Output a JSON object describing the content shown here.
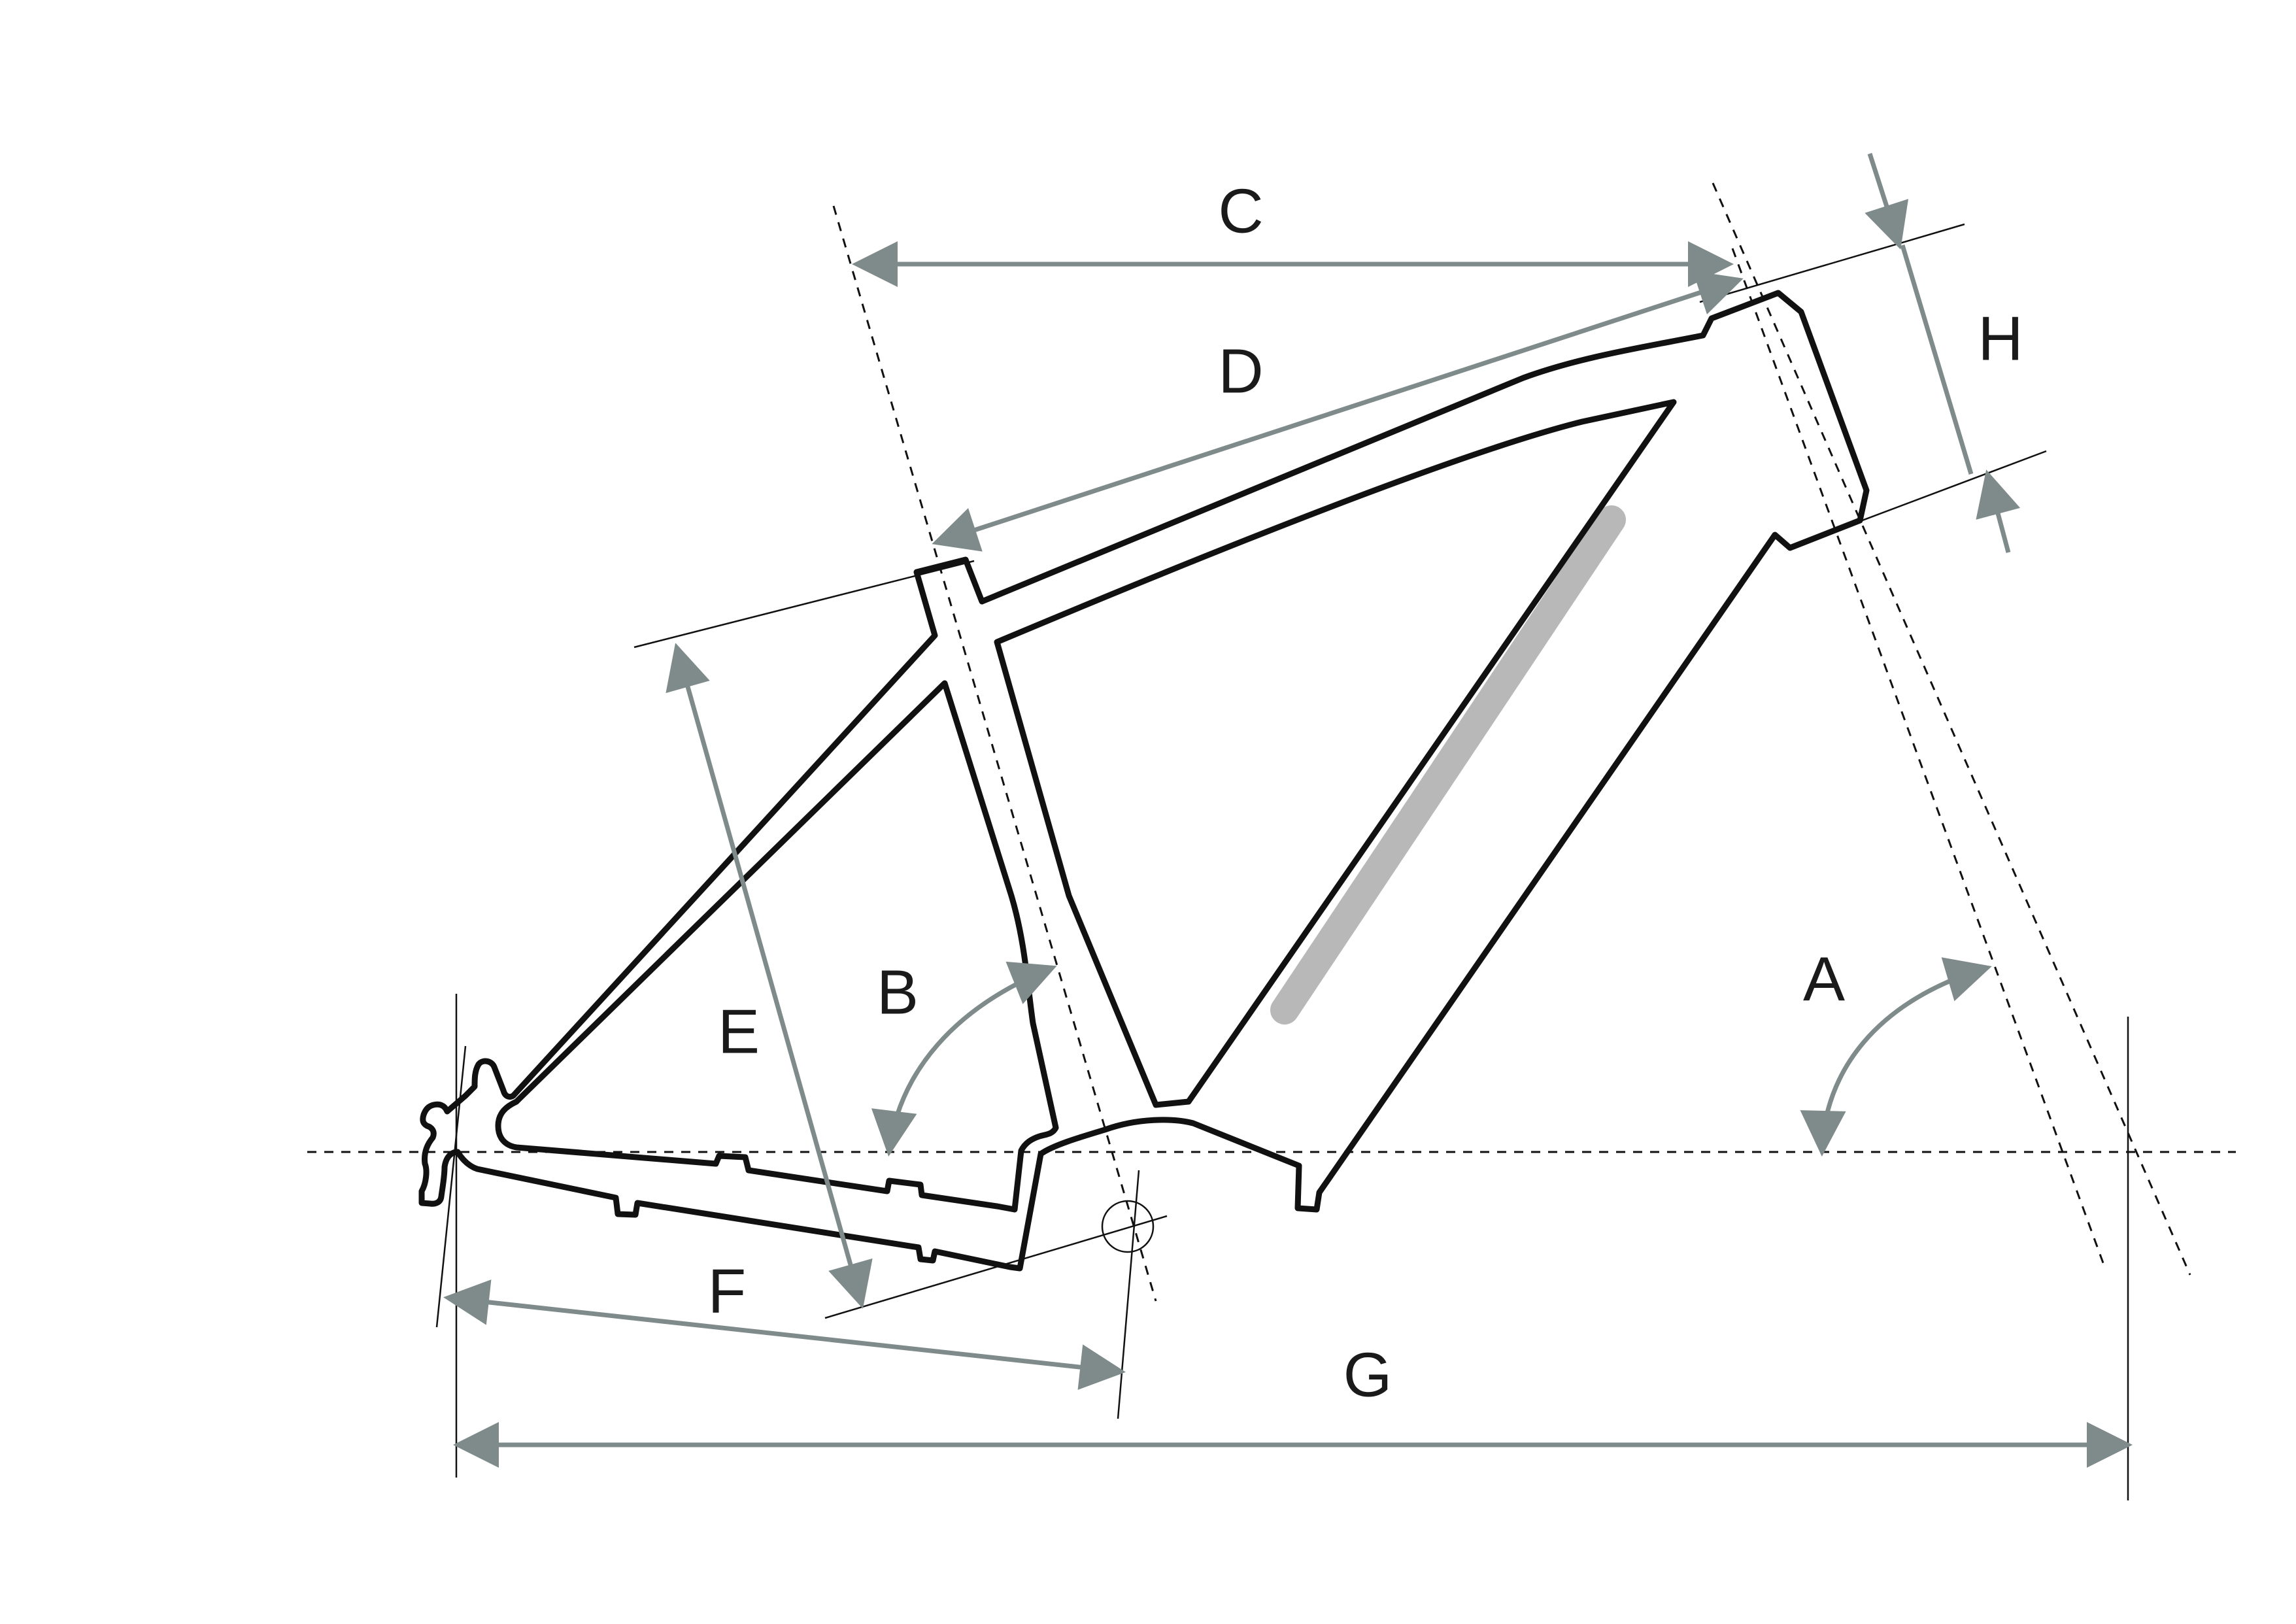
{
  "labels": {
    "A": "A",
    "B": "B",
    "C": "C",
    "D": "D",
    "E": "E",
    "F": "F",
    "G": "G",
    "H": "H"
  },
  "colors": {
    "frame": "#111111",
    "dimension": "#7f8b8a",
    "battery": "#b8b8b8",
    "background": "#ffffff"
  }
}
